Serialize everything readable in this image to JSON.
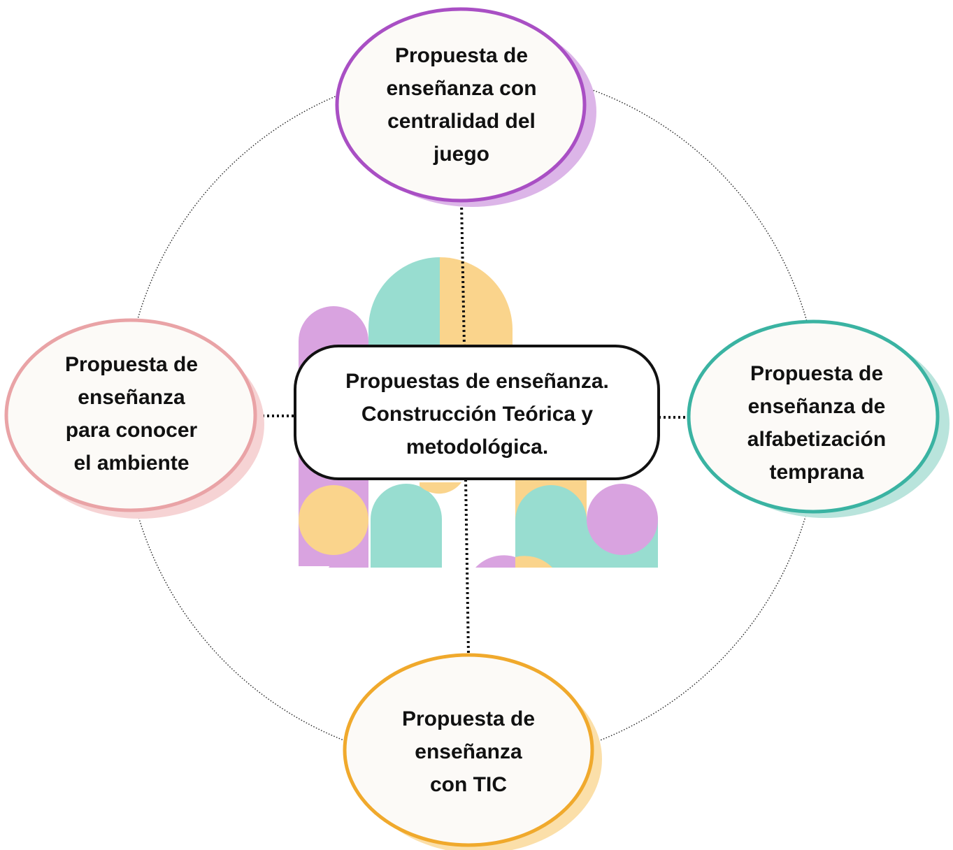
{
  "diagram": {
    "center": {
      "text": "Propuestas de enseñanza.\nConstrucción Teórica y\nmetodológica."
    },
    "nodes": {
      "top": {
        "text": "Propuesta de\nenseñanza con\ncentralidad del\njuego",
        "border_color": "#a94fc4",
        "shadow_color": "#dcb5e8"
      },
      "left": {
        "text": "Propuesta de\nenseñanza\npara conocer\nel ambiente",
        "border_color": "#e9a3a6",
        "shadow_color": "#f6d3d4"
      },
      "right": {
        "text": "Propuesta de\nenseñanza de\nalfabetización\ntemprana",
        "border_color": "#3ab3a2",
        "shadow_color": "#b9e4dc"
      },
      "bottom": {
        "text": "Propuesta de\nenseñanza\ncon TIC",
        "border_color": "#f0a92c",
        "shadow_color": "#fbdfa9"
      }
    },
    "palette": {
      "purple": "#d9a3e0",
      "teal": "#98ddd0",
      "yellow": "#fad48c"
    }
  }
}
